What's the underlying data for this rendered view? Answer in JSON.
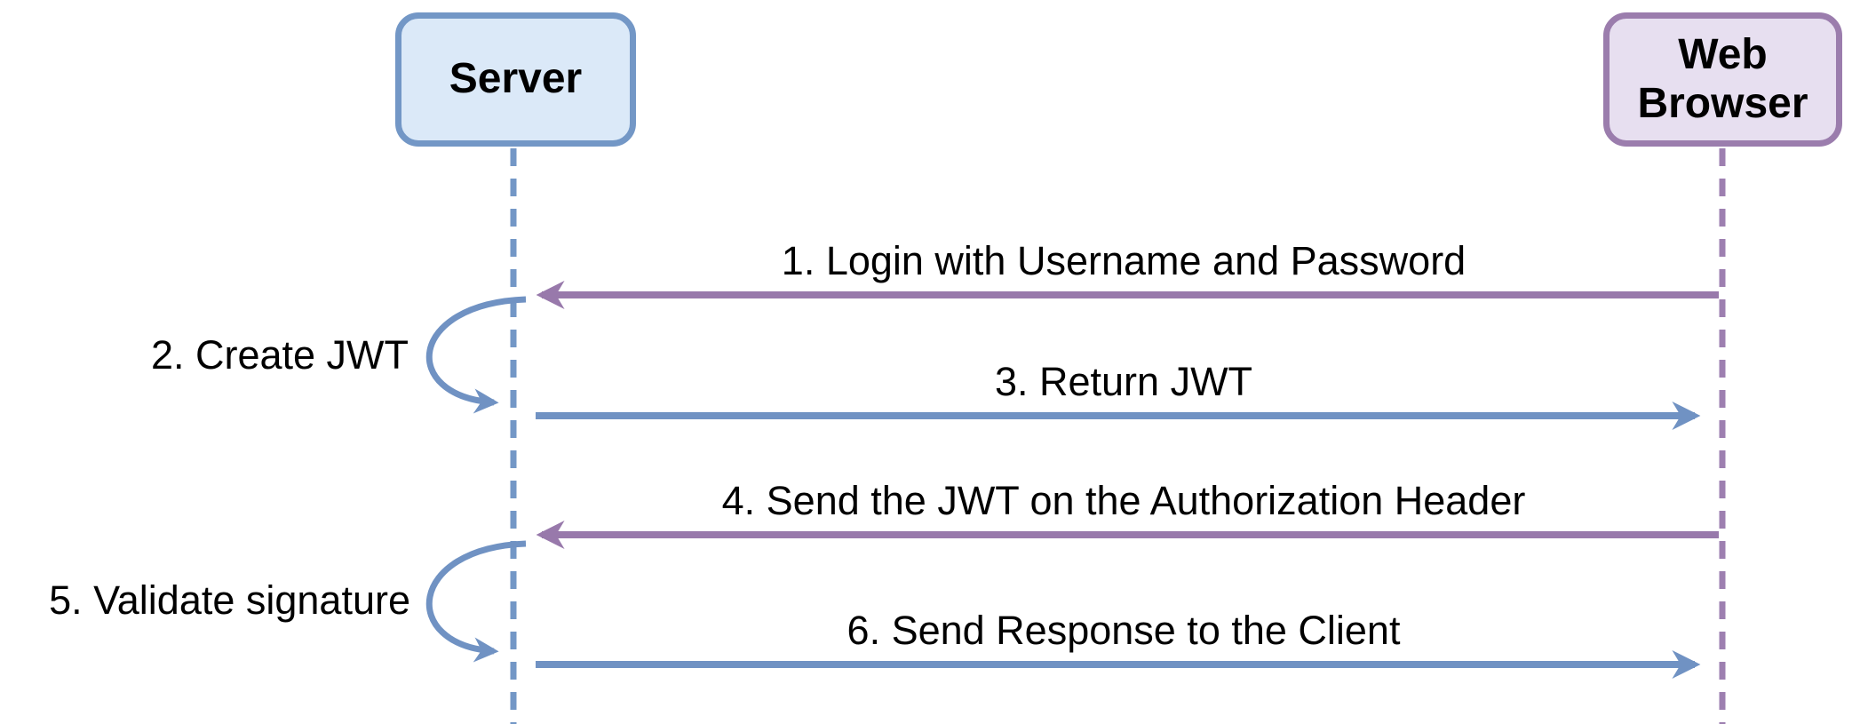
{
  "diagram": {
    "type": "sequence-diagram",
    "subject": "JWT authentication flow",
    "colors": {
      "blue_arrow": "#7092c3",
      "purple_arrow": "#9879ab",
      "server_fill": "#dbe9f8",
      "server_border": "#7397c6",
      "browser_fill": "#e7dff0",
      "browser_border": "#9b7dad",
      "text": "#000000"
    },
    "actors": [
      {
        "id": "server",
        "label": "Server",
        "fill": "#dbe9f8",
        "border": "#7397c6"
      },
      {
        "id": "web-browser",
        "label": "Web Browser",
        "fill": "#e7dff0",
        "border": "#9b7dad"
      }
    ],
    "messages": [
      {
        "label": "1. Login with Username and Password",
        "from": "web-browser",
        "to": "server",
        "color": "#9879ab",
        "kind": "message-arrow"
      },
      {
        "label": "2. Create JWT",
        "from": "server",
        "to": "server",
        "color": "#7092c3",
        "kind": "self-loop"
      },
      {
        "label": "3. Return JWT",
        "from": "server",
        "to": "web-browser",
        "color": "#7092c3",
        "kind": "message-arrow"
      },
      {
        "label": "4. Send the JWT on the Authorization Header",
        "from": "web-browser",
        "to": "server",
        "color": "#9879ab",
        "kind": "message-arrow"
      },
      {
        "label": "5. Validate signature",
        "from": "server",
        "to": "server",
        "color": "#7092c3",
        "kind": "self-loop"
      },
      {
        "label": "6. Send Response to the Client",
        "from": "server",
        "to": "web-browser",
        "color": "#7092c3",
        "kind": "message-arrow"
      }
    ]
  }
}
